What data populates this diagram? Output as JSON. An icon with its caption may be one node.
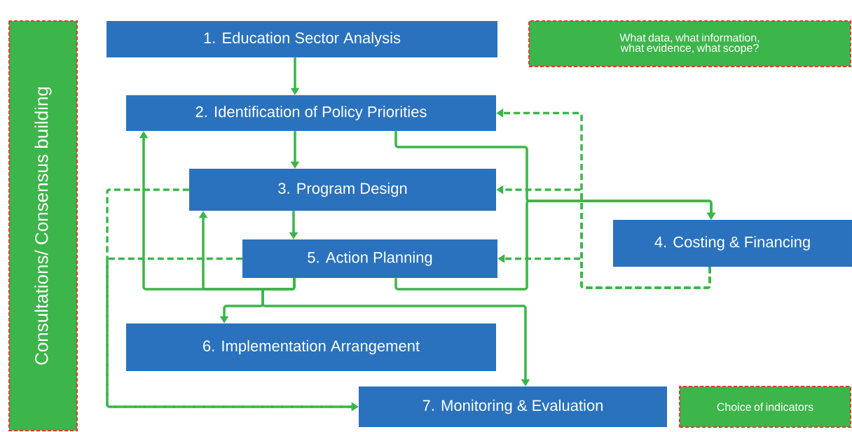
{
  "diagram": {
    "nodes": [
      {
        "text": [
          "Consultations/ Consensus building"
        ]
      },
      {
        "text": [
          "1. Education Sector Analysis"
        ]
      },
      {
        "text": [
          "2. Identification of Policy Priorities"
        ]
      },
      {
        "text": [
          "3. Program Design"
        ]
      },
      {
        "text": [
          "4. Costing & Financing"
        ]
      },
      {
        "text": [
          "5. Action Planning"
        ]
      },
      {
        "text": [
          "6. Implementation Arrangement"
        ]
      },
      {
        "text": [
          "7. Monitoring & Evaluation"
        ]
      },
      {
        "text": [
          "What data, what information, what evidence, what scope?"
        ]
      },
      {
        "text": [
          "Choice of indicators"
        ]
      }
    ],
    "edges": [
      {
        "from": 1,
        "to": 2,
        "arrow": "to"
      },
      {
        "from": 2,
        "to": 3,
        "arrow": "to"
      },
      {
        "from": 3,
        "to": 5,
        "arrow": "to"
      },
      {
        "from": 2,
        "to": 4,
        "arrow": "to"
      },
      {
        "from": 5,
        "to": 4,
        "arrow": "to"
      },
      {
        "from": 5,
        "to": 2,
        "arrow": "to"
      },
      {
        "from": 5,
        "to": 3,
        "arrow": "to"
      },
      {
        "from": 5,
        "to": 6,
        "arrow": "to"
      },
      {
        "from": 5,
        "to": 7,
        "arrow": "to"
      },
      {
        "from": 4,
        "to": 2,
        "arrow": "to",
        "style": "dashed"
      },
      {
        "from": 4,
        "to": 3,
        "arrow": "to",
        "style": "dashed"
      },
      {
        "from": 4,
        "to": 5,
        "arrow": "to",
        "style": "dashed"
      },
      {
        "from": 3,
        "to": 7,
        "arrow": "to",
        "style": "dashed"
      },
      {
        "from": 5,
        "to": 7,
        "arrow": "to",
        "style": "dashed"
      }
    ]
  }
}
